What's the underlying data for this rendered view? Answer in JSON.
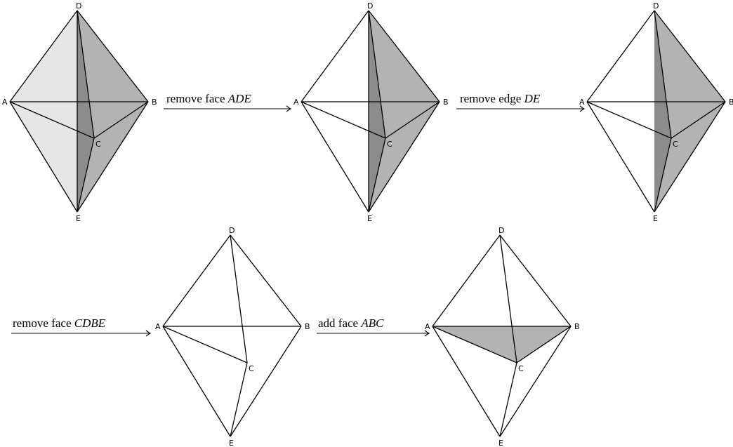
{
  "colors": {
    "light": "#e6e6e6",
    "mid": "#b3b3b3",
    "dark": "#8c8c8c",
    "edge": "#000000"
  },
  "vertex_labels": [
    "A",
    "B",
    "C",
    "D",
    "E"
  ],
  "diagrams": [
    {
      "name": "step-1",
      "faces": [
        {
          "vertices": [
            "A",
            "D",
            "E"
          ],
          "shade": "light"
        },
        {
          "vertices": [
            "D",
            "B",
            "C"
          ],
          "shade": "mid"
        },
        {
          "vertices": [
            "B",
            "C",
            "E"
          ],
          "shade": "mid"
        },
        {
          "vertices": [
            "D",
            "E",
            "C"
          ],
          "shade": "dark"
        }
      ],
      "edges": [
        [
          "A",
          "D"
        ],
        [
          "A",
          "E"
        ],
        [
          "A",
          "B"
        ],
        [
          "A",
          "C"
        ],
        [
          "D",
          "B"
        ],
        [
          "B",
          "E"
        ],
        [
          "D",
          "C"
        ],
        [
          "C",
          "E"
        ],
        [
          "B",
          "C"
        ],
        [
          "D",
          "E"
        ]
      ]
    },
    {
      "name": "step-2",
      "faces": [
        {
          "vertices": [
            "D",
            "B",
            "C"
          ],
          "shade": "mid"
        },
        {
          "vertices": [
            "B",
            "C",
            "E"
          ],
          "shade": "mid"
        },
        {
          "vertices": [
            "D",
            "E",
            "C"
          ],
          "shade": "dark"
        }
      ],
      "edges": [
        [
          "A",
          "D"
        ],
        [
          "A",
          "E"
        ],
        [
          "A",
          "B"
        ],
        [
          "A",
          "C"
        ],
        [
          "D",
          "B"
        ],
        [
          "B",
          "E"
        ],
        [
          "D",
          "C"
        ],
        [
          "C",
          "E"
        ],
        [
          "B",
          "C"
        ],
        [
          "D",
          "E"
        ]
      ]
    },
    {
      "name": "step-3",
      "faces": [
        {
          "vertices": [
            "D",
            "B",
            "C"
          ],
          "shade": "mid"
        },
        {
          "vertices": [
            "B",
            "C",
            "E"
          ],
          "shade": "mid"
        },
        {
          "vertices": [
            "D",
            "E",
            "C"
          ],
          "shade": "dark"
        }
      ],
      "edges": [
        [
          "A",
          "D"
        ],
        [
          "A",
          "E"
        ],
        [
          "A",
          "B"
        ],
        [
          "A",
          "C"
        ],
        [
          "D",
          "B"
        ],
        [
          "B",
          "E"
        ],
        [
          "D",
          "C"
        ],
        [
          "C",
          "E"
        ],
        [
          "B",
          "C"
        ]
      ]
    },
    {
      "name": "step-4",
      "faces": [],
      "edges": [
        [
          "A",
          "D"
        ],
        [
          "A",
          "E"
        ],
        [
          "A",
          "B"
        ],
        [
          "A",
          "C"
        ],
        [
          "D",
          "B"
        ],
        [
          "B",
          "E"
        ],
        [
          "D",
          "C"
        ],
        [
          "C",
          "E"
        ]
      ]
    },
    {
      "name": "step-5",
      "faces": [
        {
          "vertices": [
            "A",
            "B",
            "C"
          ],
          "shade": "mid"
        }
      ],
      "edges": [
        [
          "A",
          "D"
        ],
        [
          "A",
          "E"
        ],
        [
          "A",
          "B"
        ],
        [
          "A",
          "C"
        ],
        [
          "D",
          "B"
        ],
        [
          "B",
          "E"
        ],
        [
          "D",
          "C"
        ],
        [
          "C",
          "E"
        ],
        [
          "B",
          "C"
        ]
      ]
    }
  ],
  "arrows": [
    {
      "text": "remove face ",
      "math": "ADE"
    },
    {
      "text": "remove edge ",
      "math": "DE"
    },
    {
      "text": "remove face ",
      "math": "CDBE"
    },
    {
      "text": "add face ",
      "math": "ABC"
    }
  ]
}
